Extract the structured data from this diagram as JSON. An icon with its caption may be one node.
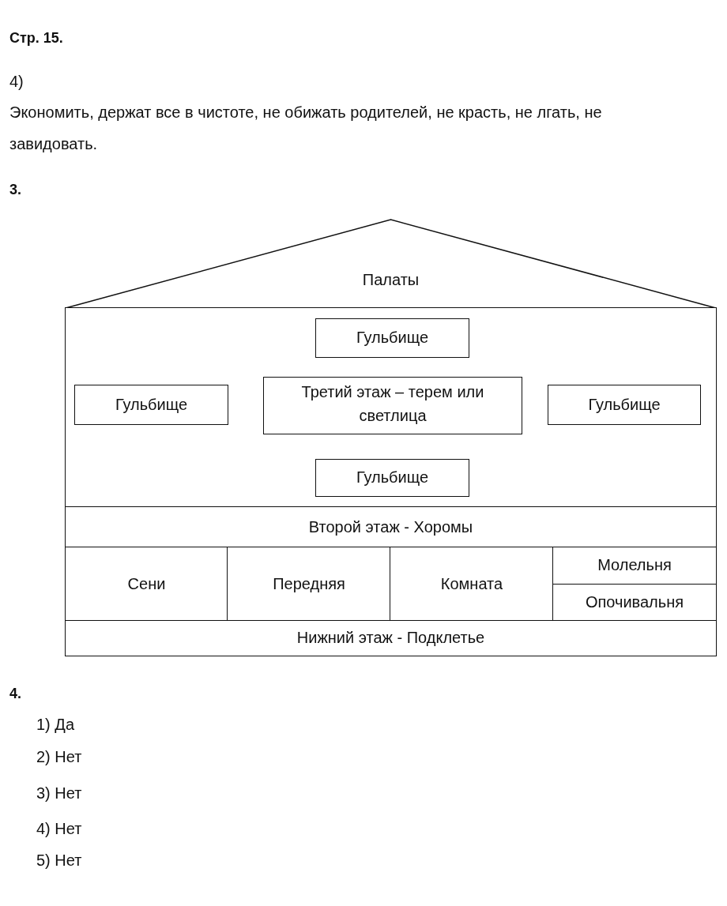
{
  "diagram": {
    "nodes": [
      {
        "text": [
          "Палаты"
        ]
      },
      {
        "text": [],
        "shape": "box"
      },
      {
        "text": [
          "Гульбище"
        ],
        "in": 1
      },
      {
        "text": [
          "Гульбище"
        ],
        "in": 1
      },
      {
        "text": [
          "Третий этаж – терем или светлица"
        ],
        "in": 1
      },
      {
        "text": [
          "Гульбище"
        ],
        "in": 1
      },
      {
        "text": [
          "Гульбище"
        ],
        "in": 1
      },
      {
        "text": [
          "Второй этаж - Хоромы"
        ]
      },
      {
        "text": [
          "Сени"
        ]
      },
      {
        "text": [
          "Передняя"
        ]
      },
      {
        "text": [
          "Комната"
        ]
      },
      {
        "text": [
          "Молельня"
        ]
      },
      {
        "text": [
          "Опочивальня"
        ]
      },
      {
        "text": [
          "Нижний этаж - Подклетье"
        ]
      }
    ],
    "labels": [
      "Стр. 15.",
      "4)",
      "Экономить, держат все в чистоте, не обижать родителей, не красть, не лгать, не завидовать.",
      "3.",
      "4.",
      "1) Да",
      "2) Нет",
      "3) Нет",
      "4) Нет",
      "5) Нет"
    ]
  }
}
